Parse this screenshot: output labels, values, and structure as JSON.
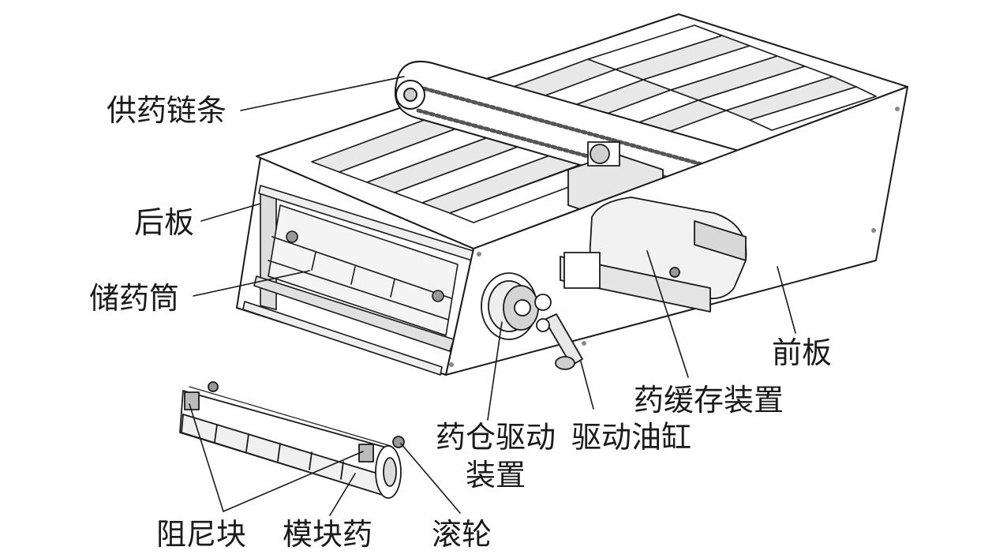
{
  "labels": {
    "supply_chain": "供药链条",
    "rear_plate": "后板",
    "storage_drum": "储药筒",
    "front_plate": "前板",
    "buffer_device": "药缓存装置",
    "bin_drive_line1": "药仓驱动",
    "bin_drive_line2": "装置",
    "drive_cylinder": "驱动油缸",
    "damping_block": "阻尼块",
    "module_drug": "模块药",
    "roller": "滚轮"
  },
  "colors": {
    "line": "#1a1a1a",
    "face": "#ffffff",
    "shade": "#d9d9d9",
    "dark": "#555555"
  }
}
